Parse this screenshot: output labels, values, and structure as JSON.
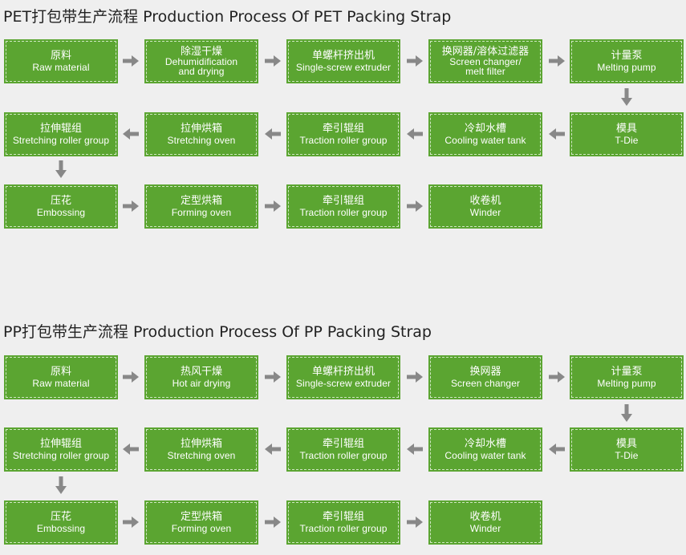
{
  "colors": {
    "box": "#5ba531",
    "arrow": "#888888",
    "background": "#efefef"
  },
  "pet": {
    "title": "PET打包带生产流程 Production Process Of PET Packing Strap",
    "row1": [
      {
        "zh": "原料",
        "en": "Raw material"
      },
      {
        "zh": "除湿干燥",
        "en": "Dehumidification",
        "en2": "and drying"
      },
      {
        "zh": "单螺杆挤出机",
        "en": "Single-screw extruder"
      },
      {
        "zh": "换网器/溶体过滤器",
        "en": "Screen changer/",
        "en2": "melt filter"
      },
      {
        "zh": "计量泵",
        "en": "Melting pump"
      }
    ],
    "row2": [
      {
        "zh": "拉伸辊组",
        "en": "Stretching roller group"
      },
      {
        "zh": "拉伸烘箱",
        "en": "Stretching oven"
      },
      {
        "zh": "牵引辊组",
        "en": "Traction roller group"
      },
      {
        "zh": "冷却水槽",
        "en": "Cooling water tank"
      },
      {
        "zh": "模具",
        "en": "T-Die"
      }
    ],
    "row3": [
      {
        "zh": "压花",
        "en": "Embossing"
      },
      {
        "zh": "定型烘箱",
        "en": "Forming oven"
      },
      {
        "zh": "牵引辊组",
        "en": "Traction roller group"
      },
      {
        "zh": "收卷机",
        "en": "Winder"
      }
    ]
  },
  "pp": {
    "title": "PP打包带生产流程 Production Process Of PP Packing Strap",
    "row1": [
      {
        "zh": "原料",
        "en": "Raw material"
      },
      {
        "zh": "热风干燥",
        "en": "Hot air drying"
      },
      {
        "zh": "单螺杆挤出机",
        "en": "Single-screw extruder"
      },
      {
        "zh": "换网器",
        "en": "Screen changer"
      },
      {
        "zh": "计量泵",
        "en": "Melting pump"
      }
    ],
    "row2": [
      {
        "zh": "拉伸辊组",
        "en": "Stretching roller group"
      },
      {
        "zh": "拉伸烘箱",
        "en": "Stretching oven"
      },
      {
        "zh": "牵引辊组",
        "en": "Traction roller group"
      },
      {
        "zh": "冷却水槽",
        "en": "Cooling water tank"
      },
      {
        "zh": "模具",
        "en": "T-Die"
      }
    ],
    "row3": [
      {
        "zh": "压花",
        "en": "Embossing"
      },
      {
        "zh": "定型烘箱",
        "en": "Forming oven"
      },
      {
        "zh": "牵引辊组",
        "en": "Traction roller group"
      },
      {
        "zh": "收卷机",
        "en": "Winder"
      }
    ]
  }
}
